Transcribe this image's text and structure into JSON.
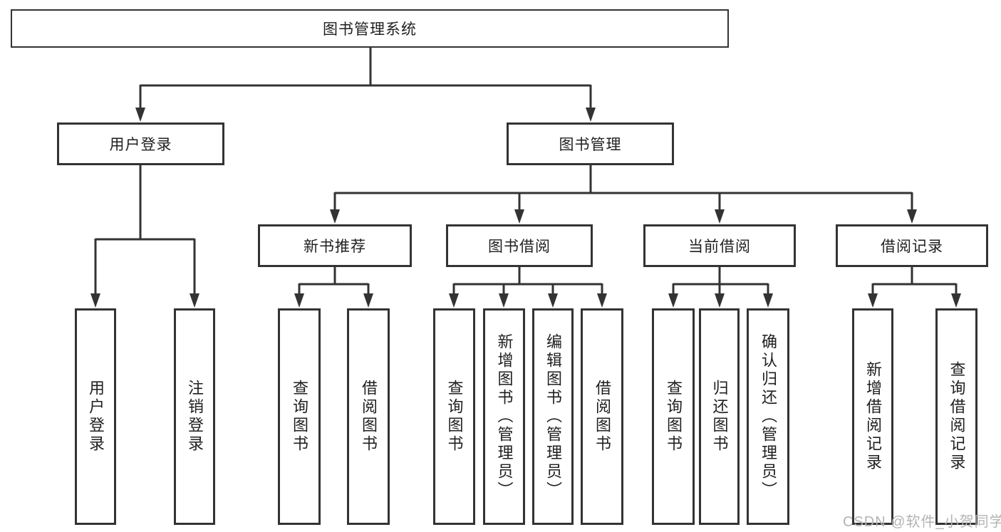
{
  "tree": {
    "root": "图书管理系统",
    "children": [
      {
        "label": "用户登录",
        "children": [
          "用户登录",
          "注销登录"
        ]
      },
      {
        "label": "图书管理",
        "children": [
          {
            "label": "新书推荐",
            "children": [
              "查询图书",
              "借阅图书"
            ]
          },
          {
            "label": "图书借阅",
            "children": [
              "查询图书",
              "新增图书（管理员）",
              "编辑图书（管理员）",
              "借阅图书"
            ]
          },
          {
            "label": "当前借阅",
            "children": [
              "查询图书",
              "归还图书",
              "确认归还（管理员）"
            ]
          },
          {
            "label": "借阅记录",
            "children": [
              "新增借阅记录",
              "查询借阅记录"
            ]
          }
        ]
      }
    ]
  },
  "watermark": {
    "text": "CSDN @软件_小贺同学"
  },
  "colors": {
    "background": "#ffffff",
    "box_border": "#333333",
    "connector_line": "#333333",
    "text": "#1f1f1f",
    "watermark_text": "#b3b3b3"
  }
}
